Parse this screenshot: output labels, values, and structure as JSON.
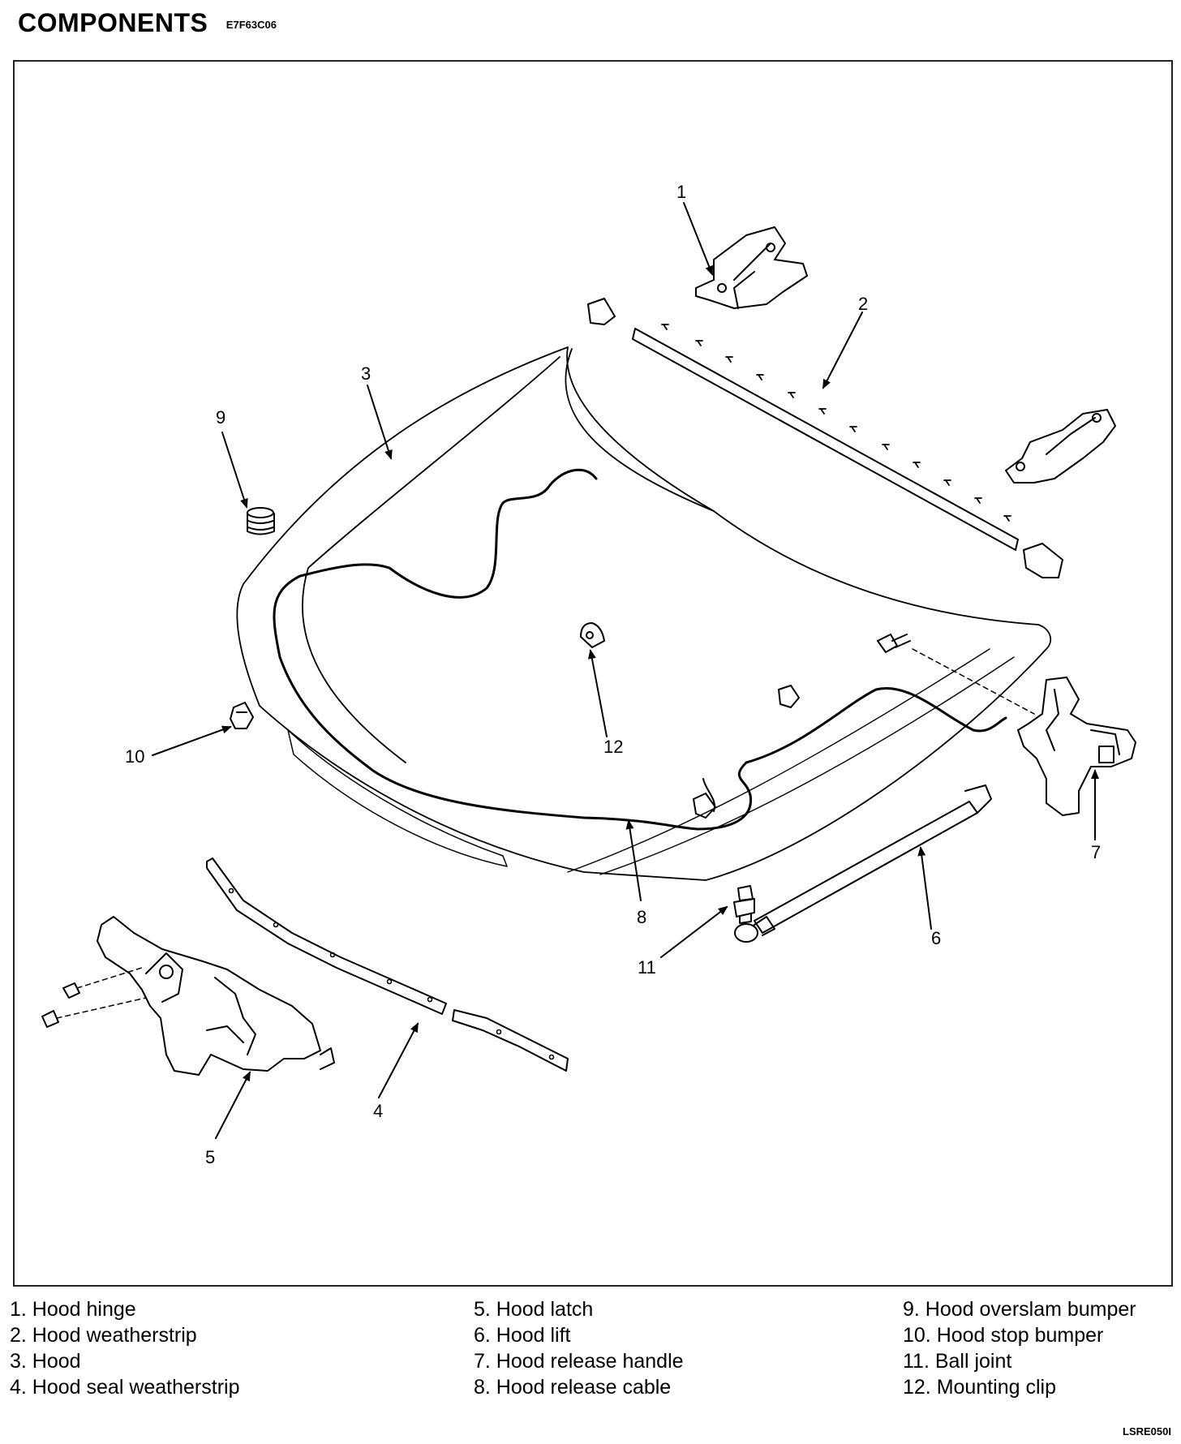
{
  "header": {
    "title": "COMPONENTS",
    "code": "E7F63C06"
  },
  "callouts": [
    "1",
    "2",
    "3",
    "4",
    "5",
    "6",
    "7",
    "8",
    "9",
    "10",
    "11",
    "12"
  ],
  "legend": {
    "col1": [
      "1. Hood hinge",
      "2. Hood weatherstrip",
      "3. Hood",
      "4. Hood seal weatherstrip"
    ],
    "col2": [
      "5. Hood latch",
      "6. Hood lift",
      "7. Hood release handle",
      "8. Hood release cable"
    ],
    "col3": [
      "9. Hood overslam bumper",
      "10. Hood stop bumper",
      "11. Ball joint",
      "12. Mounting clip"
    ]
  },
  "footer": {
    "ref_code": "LSRE050I"
  }
}
